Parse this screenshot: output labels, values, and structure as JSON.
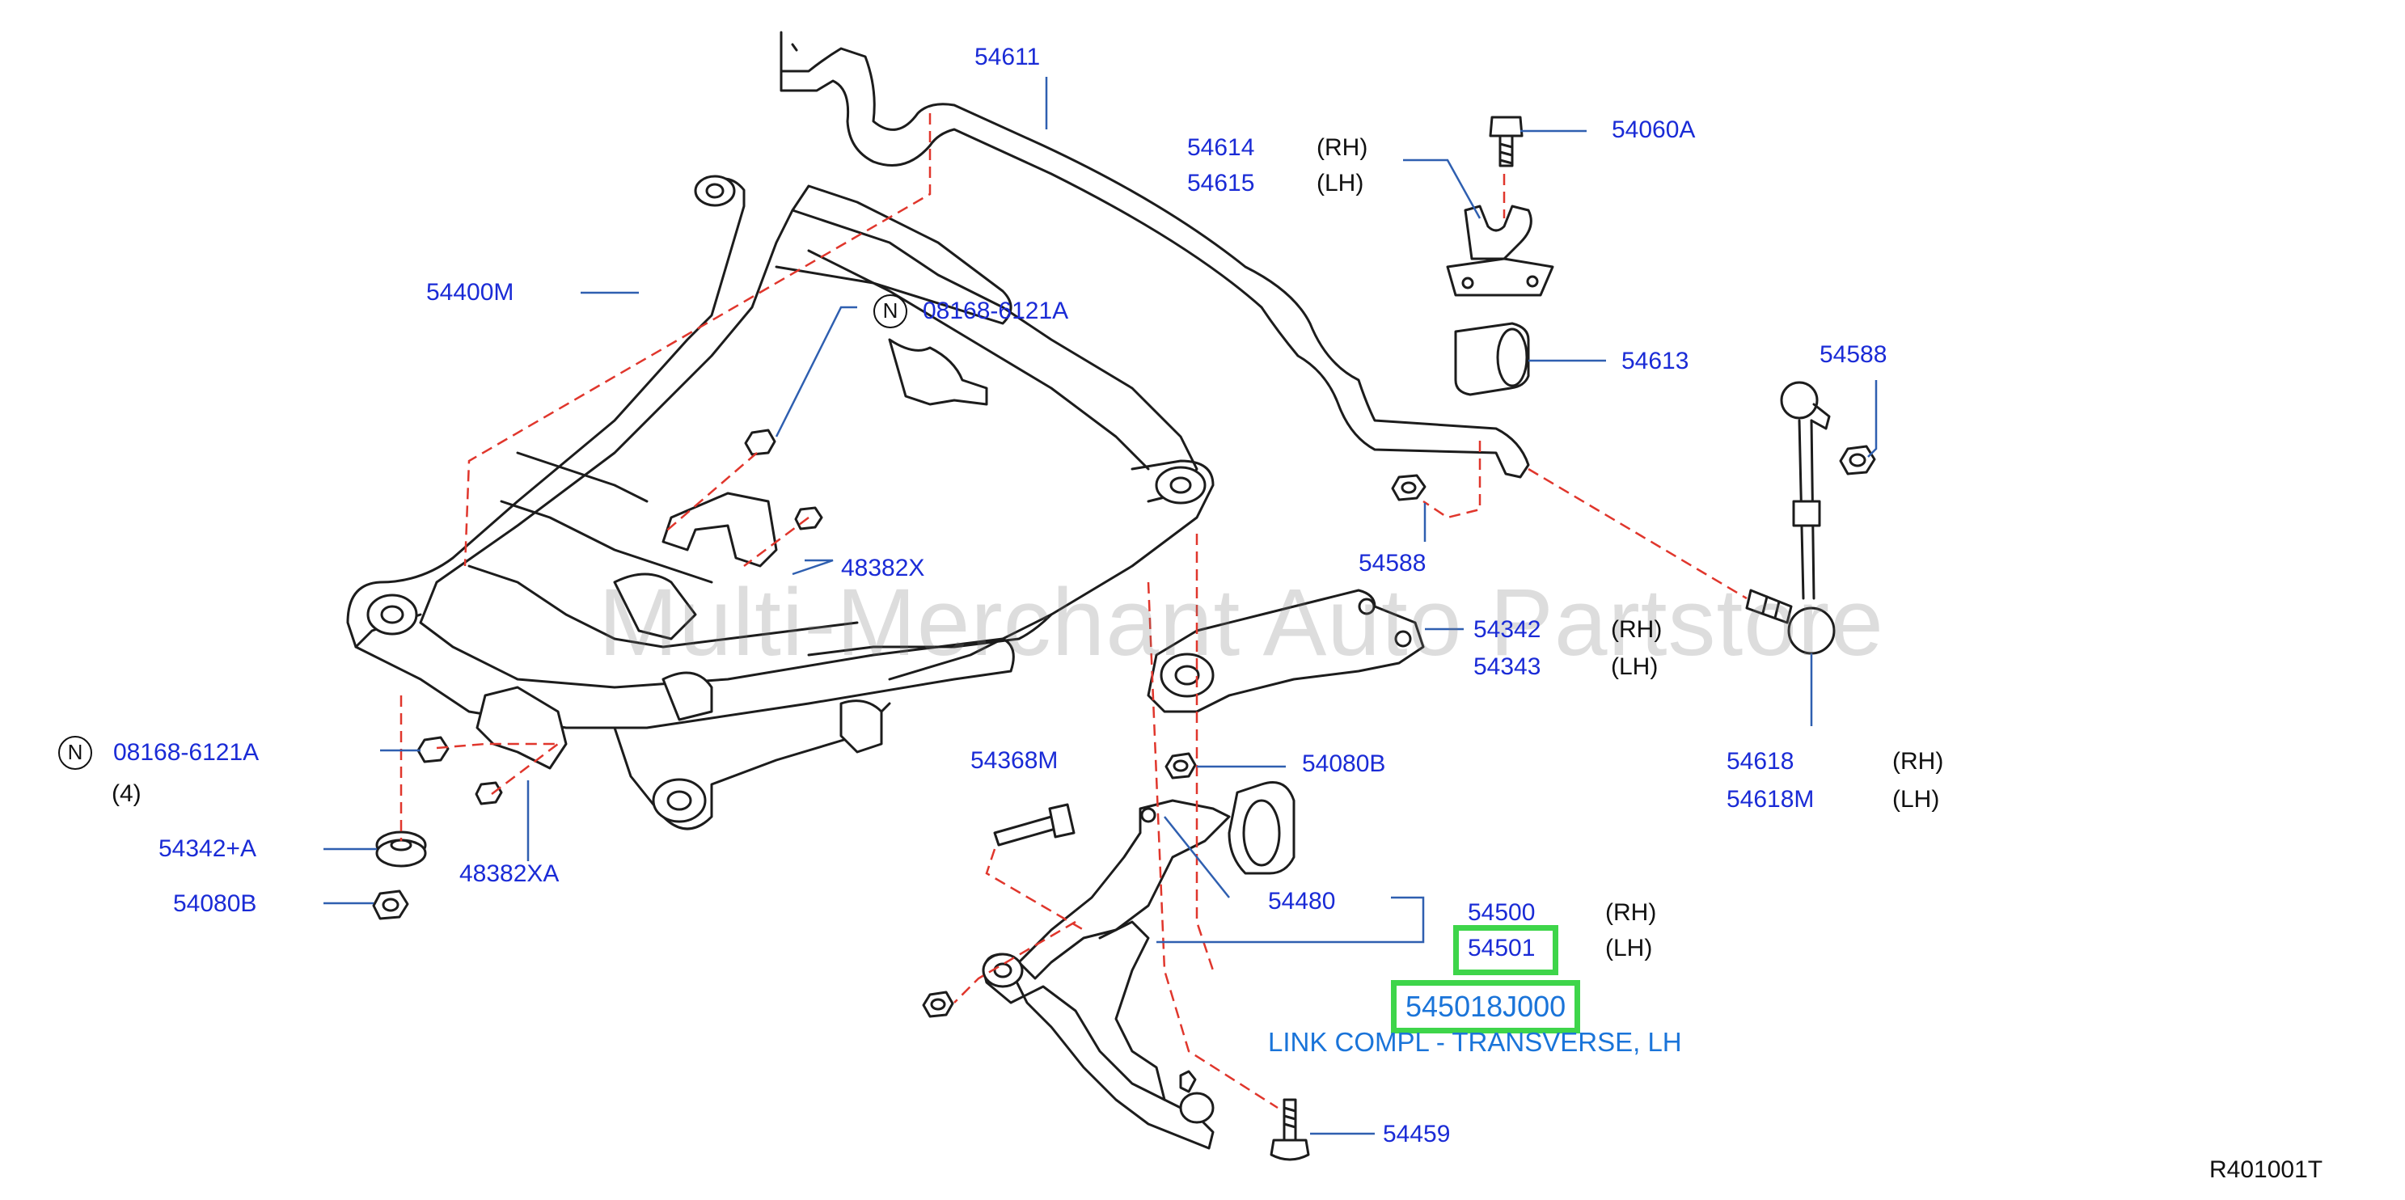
{
  "watermark": "Multi-Merchant Auto Partstore",
  "diagram_ref": "R401001T",
  "callouts": {
    "p54611": "54611",
    "p54614": "54614",
    "p54615": "54615",
    "rh1": "(RH)",
    "lh1": "(LH)",
    "p54060a": "54060A",
    "p54400m": "54400M",
    "n_top": "N",
    "p08168_top": "08168-6121A",
    "p54613": "54613",
    "p54588_right": "54588",
    "p48382x": "48382X",
    "p54588_mid": "54588",
    "p54342": "54342",
    "p54343": "54343",
    "rh2": "(RH)",
    "lh2": "(LH)",
    "n_left": "N",
    "p08168_left": "08168-6121A",
    "qty4": "(4)",
    "p54618": "54618",
    "p54618m": "54618M",
    "rh3": "(RH)",
    "lh3": "(LH)",
    "p54368m": "54368M",
    "p54080b_mid": "54080B",
    "p54342a": "54342+A",
    "p48382xa": "48382XA",
    "p54080b_left": "54080B",
    "p54480": "54480",
    "p54500": "54500",
    "p54501": "54501",
    "rh4": "(RH)",
    "lh4": "(LH)",
    "p545018j000": "545018J000",
    "desc": "LINK COMPL - TRANSVERSE, LH",
    "p54459": "54459"
  },
  "colors": {
    "callout_blue": "#1a2bd6",
    "highlight_green": "#3ed54a",
    "part_number_cyan": "#1a74d9",
    "guide_red": "#e0362c",
    "leader_blue": "#2f5fb0"
  }
}
